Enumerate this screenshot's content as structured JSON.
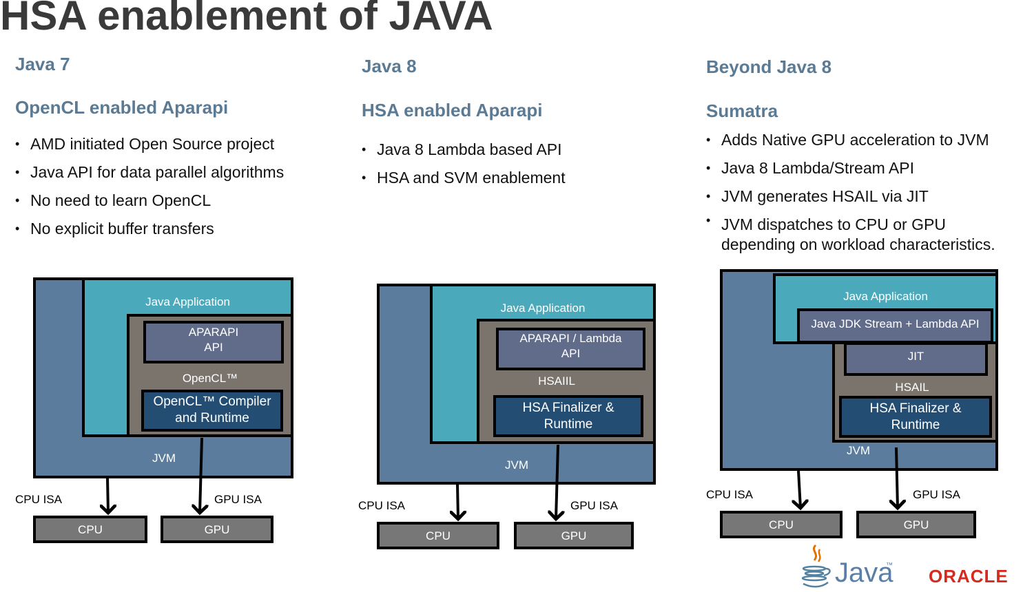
{
  "title": "HSA enablement of JAVA",
  "columns": [
    {
      "heading": "Java 7",
      "subheading": "OpenCL enabled Aparapi",
      "bullets": [
        "AMD initiated Open Source project",
        "Java API for data parallel algorithms",
        "No need to learn OpenCL",
        "No explicit buffer transfers"
      ],
      "diagram": {
        "app": "Java Application",
        "api_line1": "APARAPI",
        "api_line2": "API",
        "middle": "OpenCL™",
        "runtime_line1": "OpenCL™ Compiler",
        "runtime_line2": "and Runtime",
        "jvm": "JVM",
        "cpu_isa": "CPU ISA",
        "gpu_isa": "GPU ISA",
        "cpu": "CPU",
        "gpu": "GPU"
      }
    },
    {
      "heading": "Java 8",
      "subheading": "HSA enabled Aparapi",
      "bullets": [
        "Java 8 Lambda based API",
        "HSA and SVM enablement"
      ],
      "diagram": {
        "app": "Java Application",
        "api_line1": "APARAPI / Lambda",
        "api_line2": "API",
        "middle": "HSAIIL",
        "runtime_line1": "HSA Finalizer &",
        "runtime_line2": "Runtime",
        "jvm": "JVM",
        "cpu_isa": "CPU ISA",
        "gpu_isa": "GPU ISA",
        "cpu": "CPU",
        "gpu": "GPU"
      }
    },
    {
      "heading": "Beyond Java 8",
      "subheading": "Sumatra",
      "bullets": [
        "Adds Native GPU acceleration to JVM",
        "Java 8 Lambda/Stream API",
        "JVM generates HSAIL via JIT",
        "JVM dispatches to CPU or GPU depending on workload characteristics."
      ],
      "diagram": {
        "app": "Java Application",
        "api": "Java JDK Stream + Lambda API",
        "jit": "JIT",
        "middle": "HSAIL",
        "runtime_line1": "HSA Finalizer &",
        "runtime_line2": "Runtime",
        "jvm": "JVM",
        "cpu_isa": "CPU ISA",
        "gpu_isa": "GPU ISA",
        "cpu": "CPU",
        "gpu": "GPU"
      }
    }
  ],
  "logos": {
    "java": "Java",
    "java_tm": "™",
    "oracle": "ORACLE"
  },
  "colors": {
    "jvm": "#5b7c9c",
    "app": "#4aa9bb",
    "middleware": "#7a746d",
    "api": "#606c89",
    "runtime": "#234d72",
    "chip": "#777777",
    "heading": "#5b7a94"
  }
}
